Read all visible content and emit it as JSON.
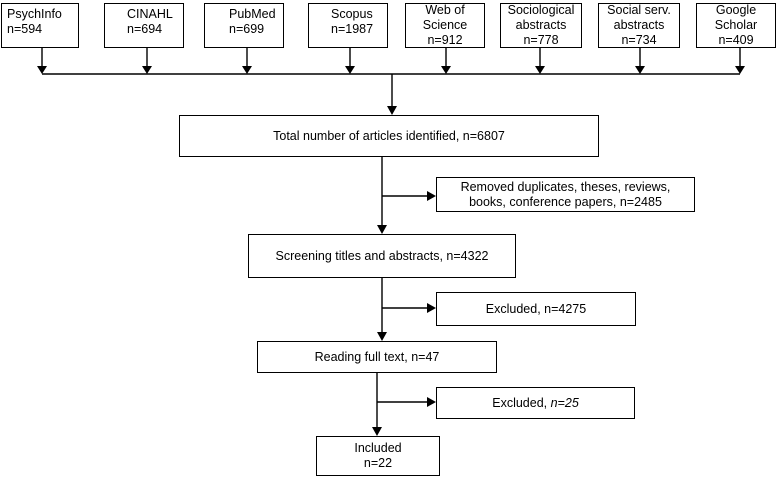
{
  "sources": [
    {
      "name": "PsychInfo",
      "count": "n=594"
    },
    {
      "name": "CINAHL",
      "count": "n=694"
    },
    {
      "name": "PubMed",
      "count": "n=699"
    },
    {
      "name": "Scopus",
      "count": "n=1987"
    },
    {
      "name": "Web of Science",
      "count": "n=912"
    },
    {
      "name": "Sociological abstracts",
      "count": "n=778"
    },
    {
      "name": "Social serv. abstracts",
      "count": "n=734"
    },
    {
      "name": "Google Scholar",
      "count": "n=409"
    }
  ],
  "total": "Total number of articles identified, n=6807",
  "removed": {
    "line1": "Removed duplicates, theses, reviews,",
    "line2": "books, conference papers, n=2485"
  },
  "screening": "Screening titles and abstracts, n=4322",
  "excluded1": "Excluded, n=4275",
  "fulltext": "Reading full text, n=47",
  "excluded2": {
    "label": "Excluded, ",
    "count": "n=25"
  },
  "included": {
    "label": "Included",
    "count": "n=22"
  }
}
